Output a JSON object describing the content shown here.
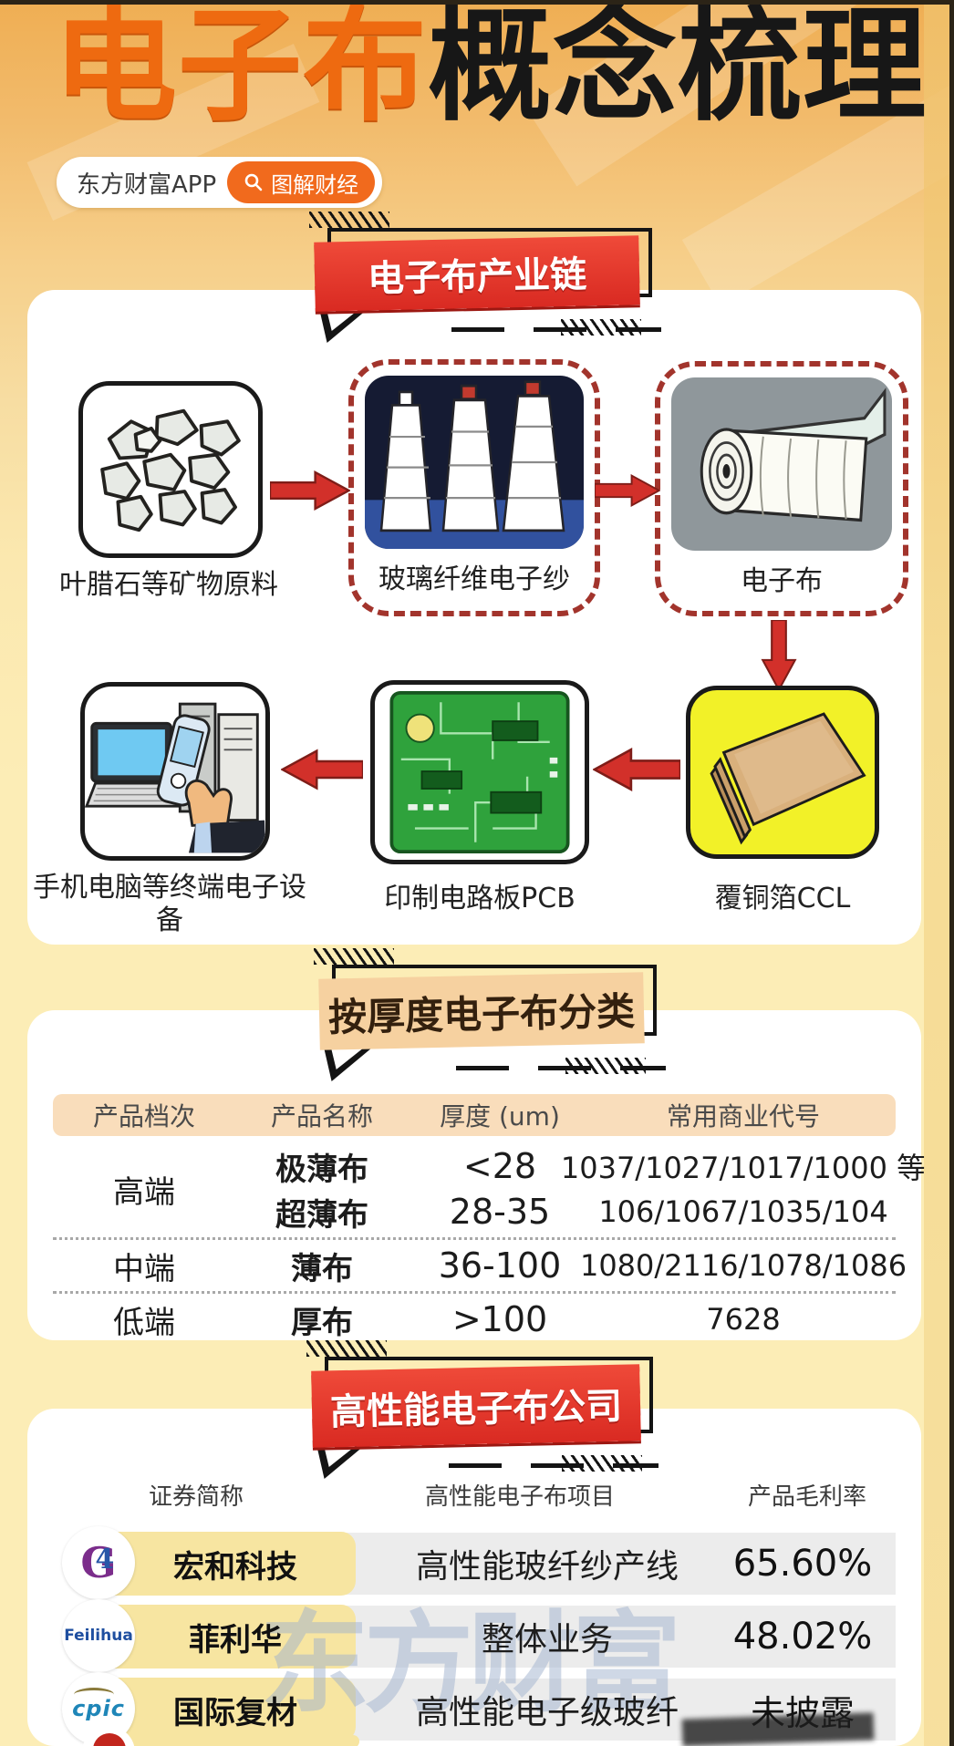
{
  "colors": {
    "accent_red": "#d92a22",
    "accent_orange": "#ee6a10",
    "banner_peach": "#f6d1a0",
    "background_top": "#efae53",
    "background_bottom": "#fcedb6",
    "card": "#ffffff",
    "ccl_node_yellow": "#f2f128",
    "company_pill_yellow": "#f7e5a1",
    "row_gray": "#ececec"
  },
  "header": {
    "title_highlight": "电子布",
    "title_rest": "概念梳理",
    "app_badge": "东方财富APP",
    "column_badge": "图解财经"
  },
  "industry_chain": {
    "banner": "电子布产业链",
    "nodes": [
      "叶腊石等矿物原料",
      "玻璃纤维电子纱",
      "电子布",
      "覆铜箔CCL",
      "印制电路板PCB",
      "手机电脑等终端电子设备"
    ]
  },
  "thickness": {
    "banner": "按厚度电子布分类",
    "columns": [
      "产品档次",
      "产品名称",
      "厚度 (um)",
      "常用商业代号"
    ],
    "rows": [
      {
        "grade": "高端",
        "name": "极薄布",
        "range": "<28",
        "codes": "1037/1027/1017/1000 等"
      },
      {
        "grade": "",
        "name": "超薄布",
        "range": "28-35",
        "codes": "106/1067/1035/104"
      },
      {
        "grade": "中端",
        "name": "薄布",
        "range": "36-100",
        "codes": "1080/2116/1078/1086"
      },
      {
        "grade": "低端",
        "name": "厚布",
        "range": ">100",
        "codes": "7628"
      }
    ]
  },
  "companies": {
    "banner": "高性能电子布公司",
    "columns": [
      "证券简称",
      "高性能电子布项目",
      "产品毛利率"
    ],
    "watermark": "东方财富",
    "rows": [
      {
        "logo": "G",
        "logo_sub": "4",
        "name": "宏和科技",
        "project": "高性能玻纤纱产线",
        "margin": "65.60%"
      },
      {
        "logo": "Feilihua",
        "name": "菲利华",
        "project": "整体业务",
        "margin": "48.02%"
      },
      {
        "logo": "cpic",
        "name": "国际复材",
        "project": "高性能电子级玻纤",
        "margin": "未披露"
      }
    ]
  }
}
